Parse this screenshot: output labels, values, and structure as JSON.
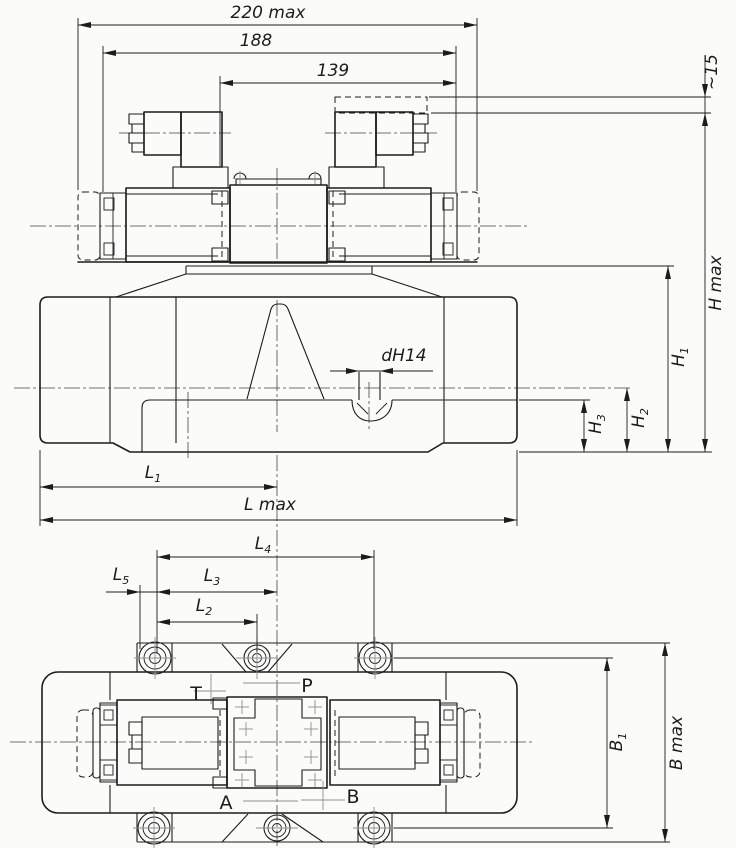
{
  "drawing": {
    "front_dims": {
      "overall": "220 max",
      "body": "188",
      "connector": "139",
      "plug_clearance": "~15"
    },
    "height_dims": {
      "hmax": "H max",
      "h1": [
        "H",
        "1"
      ],
      "h2": [
        "H",
        "2"
      ],
      "h3": [
        "H",
        "3"
      ]
    },
    "side_dims": {
      "l1": [
        "L",
        "1"
      ],
      "lmax": "L max",
      "hole_dia": "dH14"
    },
    "plan_dims": {
      "l2": [
        "L",
        "2"
      ],
      "l3": [
        "L",
        "3"
      ],
      "l4": [
        "L",
        "4"
      ],
      "l5": [
        "L",
        "5"
      ],
      "b1": [
        "B",
        "1"
      ],
      "bmax": "B max"
    },
    "ports": {
      "t": "T",
      "p": "P",
      "a": "A",
      "b": "B"
    },
    "colors": {
      "line": "#1c1c1c",
      "marks": "#8f8f8f",
      "background": "#fbfbf9"
    }
  }
}
